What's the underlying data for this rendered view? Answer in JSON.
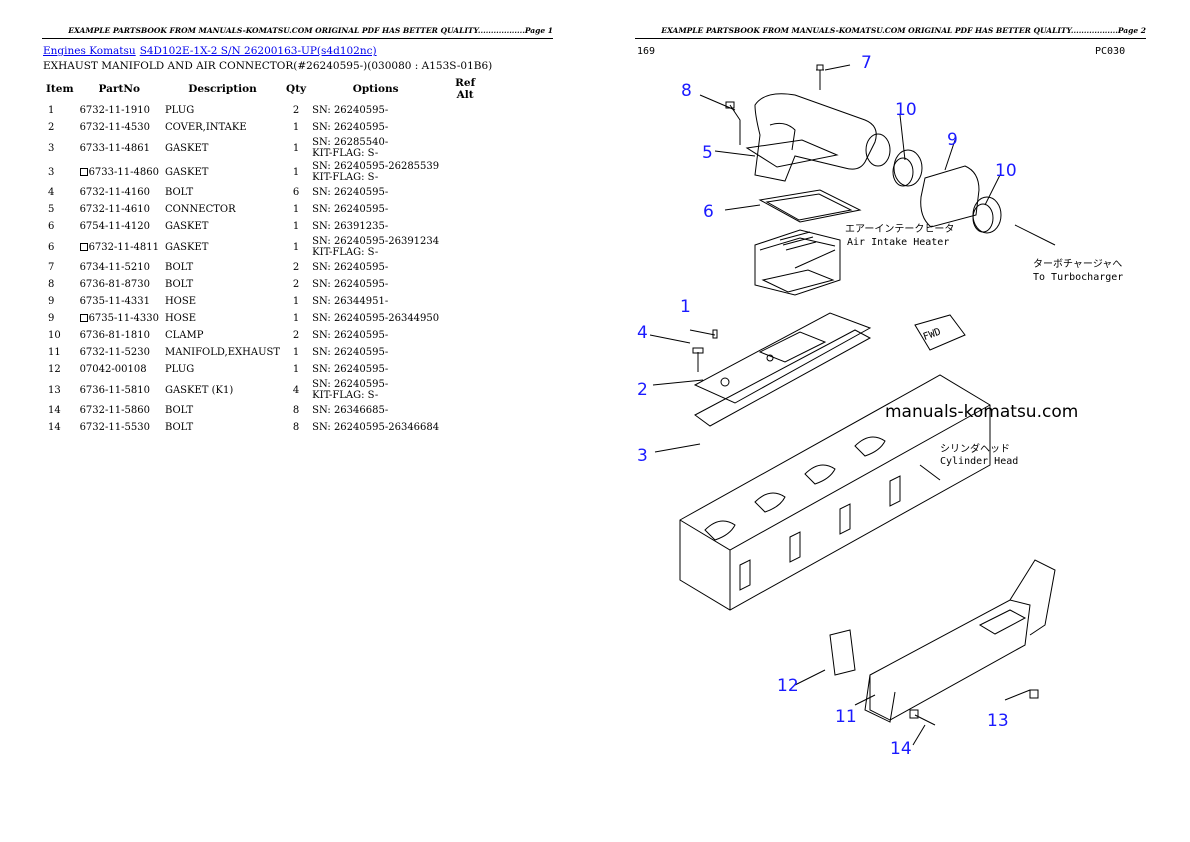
{
  "left_page": {
    "header": "EXAMPLE PARTSBOOK FROM MANUALS-KOMATSU.COM ORIGINAL PDF HAS BETTER QUALITY..................Page 1",
    "breadcrumb": [
      "Engines Komatsu",
      "S4D102E-1X-2 S/N 26200163-UP(s4d102nc)"
    ],
    "title": "EXHAUST MANIFOLD AND AIR CONNECTOR(#26240595-)(030080 : A153S-01B6)",
    "columns": [
      "Item",
      "PartNo",
      "Description",
      "Qty",
      "Options",
      "Ref Alt"
    ],
    "rows": [
      {
        "item": "1",
        "part": "6732-11-1910",
        "desc": "PLUG",
        "qty": "2",
        "opt1": "SN: 26240595-",
        "opt2": ""
      },
      {
        "item": "2",
        "part": "6732-11-4530",
        "desc": "COVER,INTAKE",
        "qty": "1",
        "opt1": "SN: 26240595-",
        "opt2": ""
      },
      {
        "item": "3",
        "part": "6733-11-4861",
        "desc": "GASKET",
        "qty": "1",
        "opt1": "SN: 26285540-",
        "opt2": "KIT-FLAG: S-"
      },
      {
        "item": "3",
        "part": "6733-11-4860",
        "desc": "GASKET",
        "qty": "1",
        "opt1": "SN: 26240595-26285539",
        "opt2": "KIT-FLAG: S-",
        "subst": true
      },
      {
        "item": "4",
        "part": "6732-11-4160",
        "desc": "BOLT",
        "qty": "6",
        "opt1": "SN: 26240595-",
        "opt2": ""
      },
      {
        "item": "5",
        "part": "6732-11-4610",
        "desc": "CONNECTOR",
        "qty": "1",
        "opt1": "SN: 26240595-",
        "opt2": ""
      },
      {
        "item": "6",
        "part": "6754-11-4120",
        "desc": "GASKET",
        "qty": "1",
        "opt1": "SN: 26391235-",
        "opt2": ""
      },
      {
        "item": "6",
        "part": "6732-11-4811",
        "desc": "GASKET",
        "qty": "1",
        "opt1": "SN: 26240595-26391234",
        "opt2": "KIT-FLAG: S-",
        "subst": true
      },
      {
        "item": "7",
        "part": "6734-11-5210",
        "desc": "BOLT",
        "qty": "2",
        "opt1": "SN: 26240595-",
        "opt2": ""
      },
      {
        "item": "8",
        "part": "6736-81-8730",
        "desc": "BOLT",
        "qty": "2",
        "opt1": "SN: 26240595-",
        "opt2": ""
      },
      {
        "item": "9",
        "part": "6735-11-4331",
        "desc": "HOSE",
        "qty": "1",
        "opt1": "SN: 26344951-",
        "opt2": ""
      },
      {
        "item": "9",
        "part": "6735-11-4330",
        "desc": "HOSE",
        "qty": "1",
        "opt1": "SN: 26240595-26344950",
        "opt2": "",
        "subst": true
      },
      {
        "item": "10",
        "part": "6736-81-1810",
        "desc": "CLAMP",
        "qty": "2",
        "opt1": "SN: 26240595-",
        "opt2": ""
      },
      {
        "item": "11",
        "part": "6732-11-5230",
        "desc": "MANIFOLD,EXHAUST",
        "qty": "1",
        "opt1": "SN: 26240595-",
        "opt2": ""
      },
      {
        "item": "12",
        "part": "07042-00108",
        "desc": "PLUG",
        "qty": "1",
        "opt1": "SN: 26240595-",
        "opt2": ""
      },
      {
        "item": "13",
        "part": "6736-11-5810",
        "desc": "GASKET (K1)",
        "qty": "4",
        "opt1": "SN: 26240595-",
        "opt2": "KIT-FLAG: S-"
      },
      {
        "item": "14",
        "part": "6732-11-5860",
        "desc": "BOLT",
        "qty": "8",
        "opt1": "SN: 26346685-",
        "opt2": ""
      },
      {
        "item": "14",
        "part": "6732-11-5530",
        "desc": "BOLT",
        "qty": "8",
        "opt1": "SN: 26240595-26346684",
        "opt2": ""
      }
    ]
  },
  "right_page": {
    "header": "EXAMPLE PARTSBOOK FROM MANUALS-KOMATSU.COM ORIGINAL PDF HAS BETTER QUALITY..................Page 2",
    "corner_left": "169",
    "corner_right": "PC030",
    "watermark": "manuals-komatsu.com",
    "callouts": [
      "1",
      "2",
      "3",
      "4",
      "5",
      "6",
      "7",
      "8",
      "9",
      "10",
      "10",
      "11",
      "12",
      "13",
      "14"
    ],
    "annotations": {
      "air_heater_jp": "エアーインテークヒータ",
      "air_heater_en": "Air Intake Heater",
      "turbo_jp": "ターボチャージャへ",
      "turbo_en": "To Turbocharger",
      "head_jp": "シリンダヘッド",
      "head_en": "Cylinder Head",
      "fwd": "FWD"
    },
    "accent_color": "#1a1aff"
  }
}
